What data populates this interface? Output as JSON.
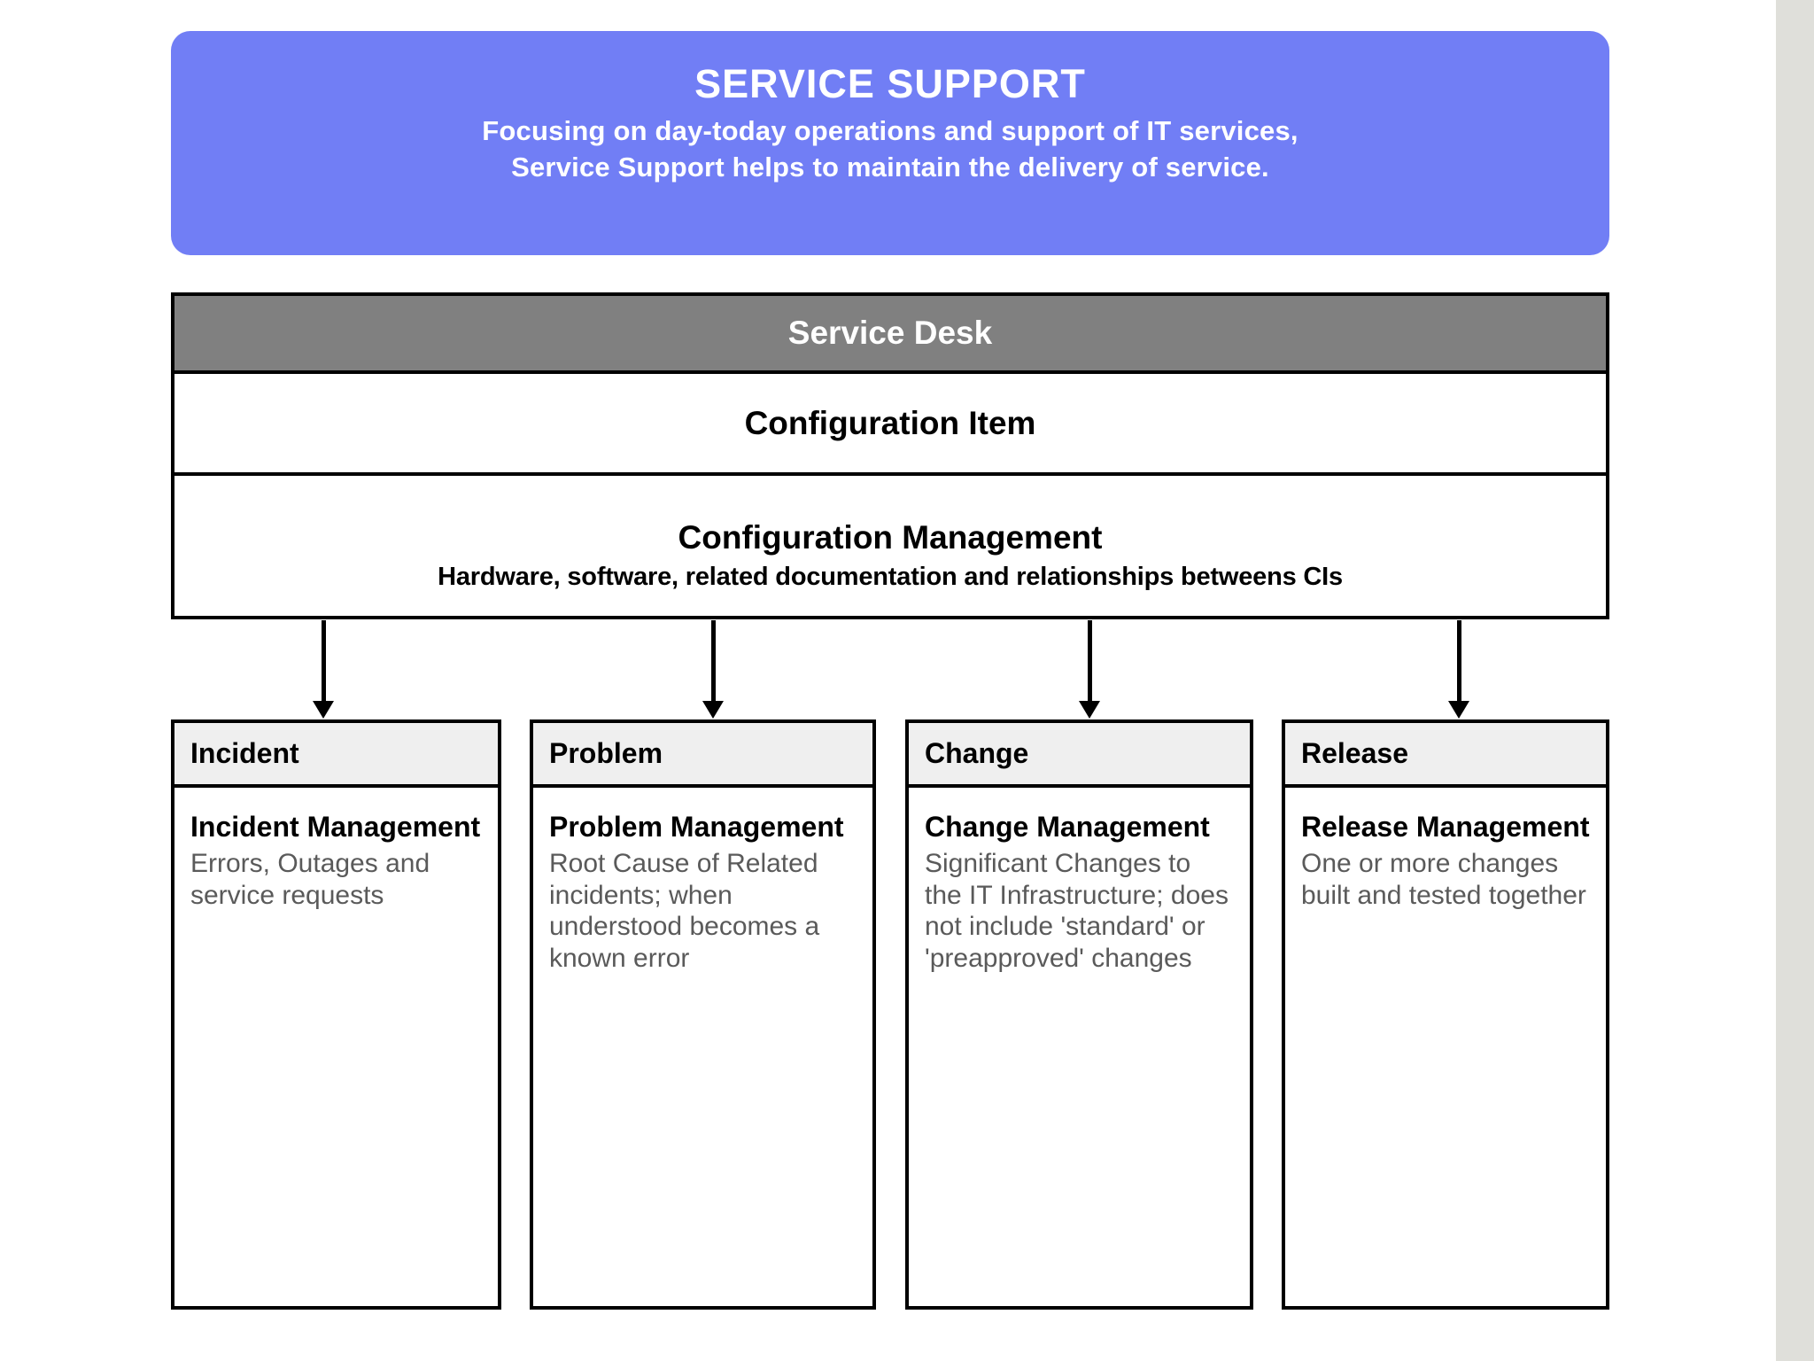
{
  "banner": {
    "title": "SERVICE SUPPORT",
    "subtitle_line1": "Focusing on day-today operations and support of IT services,",
    "subtitle_line2": "Service Support helps to maintain the delivery of service.",
    "background_color": "#717ef5",
    "text_color": "#ffffff"
  },
  "stack": {
    "service_desk": {
      "label": "Service Desk",
      "background_color": "#808080",
      "text_color": "#ffffff"
    },
    "configuration_item": {
      "label": "Configuration Item",
      "background_color": "#ffffff",
      "text_color": "#000000"
    },
    "configuration_management": {
      "title": "Configuration Management",
      "subtitle": "Hardware, software, related documentation and relationships betweens CIs",
      "background_color": "#ffffff",
      "text_color": "#000000"
    }
  },
  "columns": [
    {
      "header": "Incident",
      "title": "Incident Management",
      "description": "Errors, Outages and service requests"
    },
    {
      "header": "Problem",
      "title": "Problem Management",
      "description": "Root Cause of Related incidents; when understood becomes a known error"
    },
    {
      "header": "Change",
      "title": "Change Management",
      "description": "Significant Changes to the IT Infrastructure; does not include 'standard' or 'preapproved' changes"
    },
    {
      "header": "Release",
      "title": "Release Management",
      "description": "One or more changes built and tested together"
    }
  ],
  "colors": {
    "header_row": "#808080",
    "column_header": "#efefef",
    "border": "#000000",
    "body_text": "#5a5a5a",
    "page_edge": "#dfdfda"
  }
}
